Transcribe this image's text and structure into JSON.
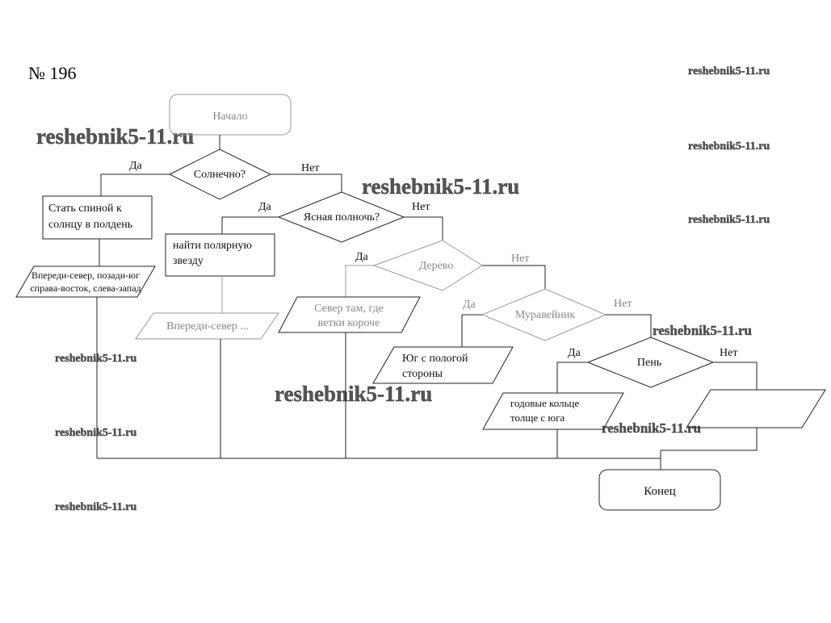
{
  "problem_number": "№ 196",
  "watermark": "reshebnik5-11.ru",
  "start": "Начало",
  "end": "Конец",
  "yes": "Да",
  "no": "Нет",
  "q1": "Солнечно?",
  "q2": "Ясная полночь?",
  "q3": "Дерево",
  "q4": "Муравейник",
  "q5": "Пень",
  "a1": [
    "Стать спиной к",
    "солнцу в полдень"
  ],
  "o1": [
    "Впереди-север, позади-юг",
    "справа-восток, слева-запад"
  ],
  "a2": [
    "найти полярную",
    "звезду"
  ],
  "o2": "Впереди-север ...",
  "o3": [
    "Север там, где",
    "ветки короче"
  ],
  "o4": [
    "Юг с пологой",
    "стороны"
  ],
  "o5": [
    "годовые кольце",
    "толще с юга"
  ]
}
